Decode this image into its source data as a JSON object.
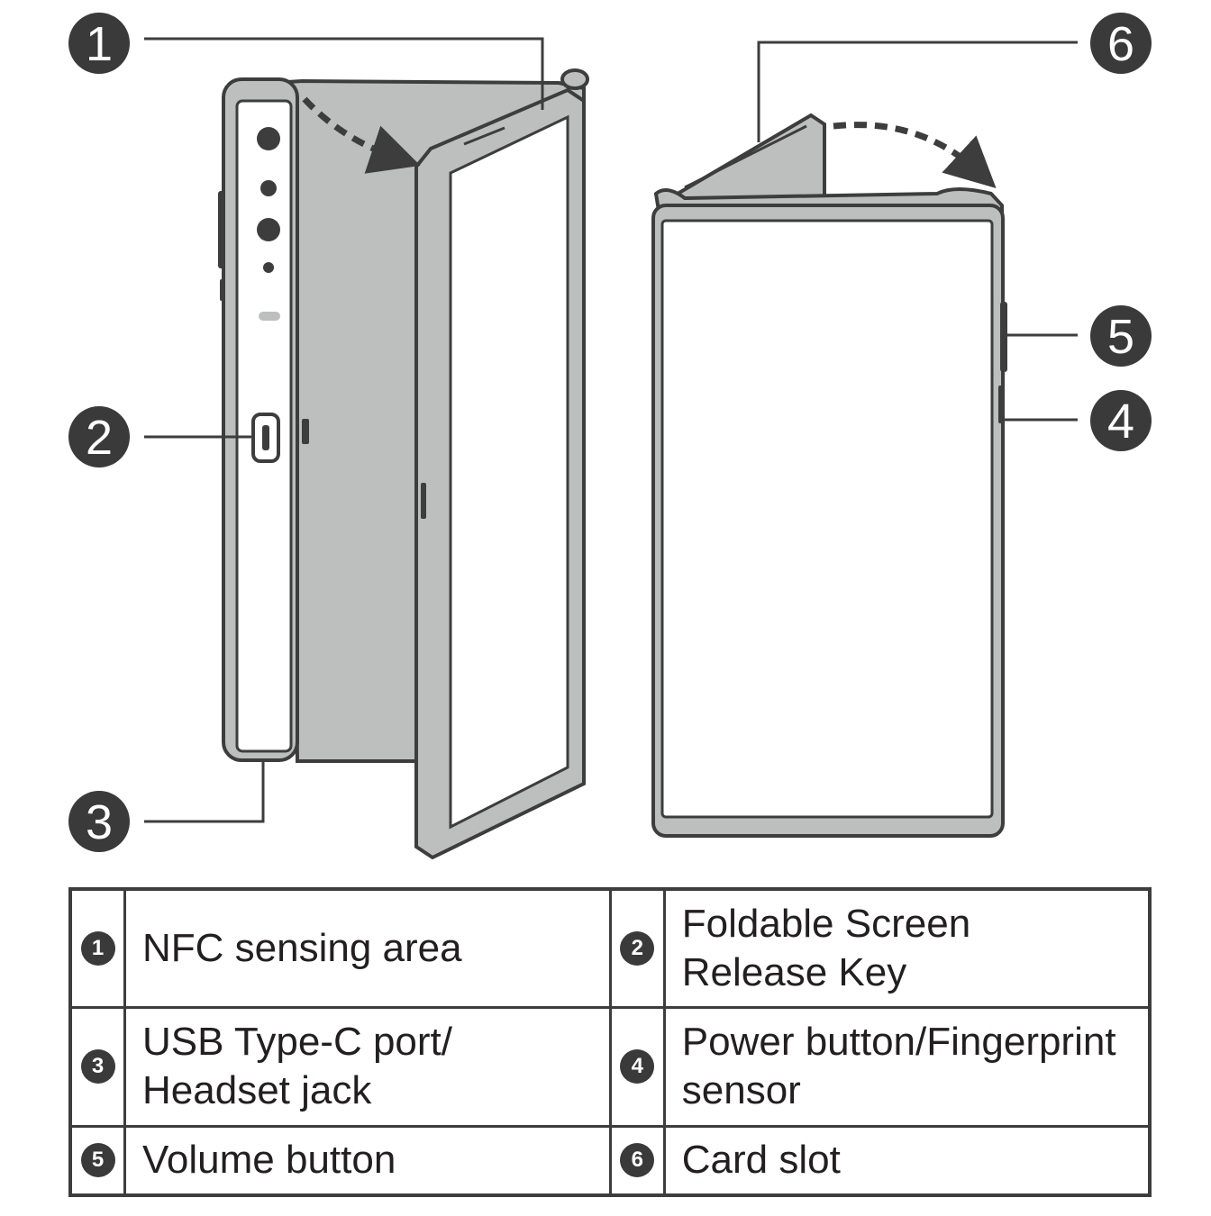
{
  "callouts": [
    {
      "id": "1",
      "label": "1"
    },
    {
      "id": "2",
      "label": "2"
    },
    {
      "id": "3",
      "label": "3"
    },
    {
      "id": "4",
      "label": "4"
    },
    {
      "id": "5",
      "label": "5"
    },
    {
      "id": "6",
      "label": "6"
    }
  ],
  "legend": {
    "rows": [
      [
        {
          "num": "1",
          "text": "NFC sensing area"
        },
        {
          "num": "2",
          "line1": "Foldable Screen",
          "line2": "Release Key"
        }
      ],
      [
        {
          "num": "3",
          "line1": "USB Type-C port/",
          "line2": "Headset jack"
        },
        {
          "num": "4",
          "line1": "Power button/Fingerprint",
          "line2": "sensor"
        }
      ],
      [
        {
          "num": "5",
          "text": "Volume button"
        },
        {
          "num": "6",
          "text": "Card slot"
        }
      ]
    ]
  },
  "colors": {
    "outline": "#3d3d3d",
    "device_fill": "#bcbfbd",
    "screen_fill": "#ffffff",
    "callout_fill": "#3a3a3a"
  }
}
